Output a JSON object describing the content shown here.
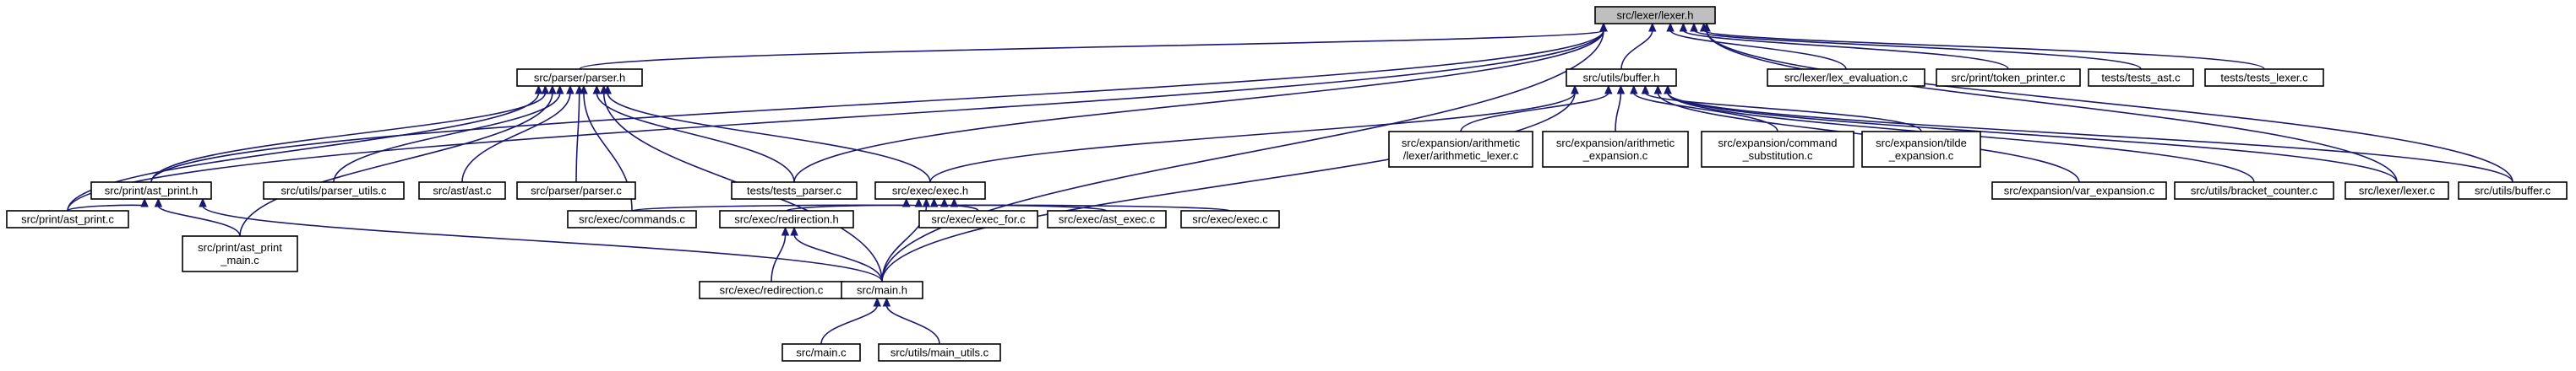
{
  "graph": {
    "nodes": [
      {
        "id": "lexer_h",
        "lines": [
          "src/lexer/lexer.h"
        ],
        "highlight": true
      },
      {
        "id": "parser_h",
        "lines": [
          "src/parser/parser.h"
        ]
      },
      {
        "id": "buffer_h",
        "lines": [
          "src/utils/buffer.h"
        ]
      },
      {
        "id": "lex_evaluation_c",
        "lines": [
          "src/lexer/lex_evaluation.c"
        ]
      },
      {
        "id": "token_printer_c",
        "lines": [
          "src/print/token_printer.c"
        ]
      },
      {
        "id": "tests_ast_c",
        "lines": [
          "tests/tests_ast.c"
        ]
      },
      {
        "id": "tests_lexer_c",
        "lines": [
          "tests/tests_lexer.c"
        ]
      },
      {
        "id": "ast_print_h",
        "lines": [
          "src/print/ast_print.h"
        ]
      },
      {
        "id": "parser_utils_c",
        "lines": [
          "src/utils/parser_utils.c"
        ]
      },
      {
        "id": "ast_c",
        "lines": [
          "src/ast/ast.c"
        ]
      },
      {
        "id": "parser_c",
        "lines": [
          "src/parser/parser.c"
        ]
      },
      {
        "id": "tests_parser_c",
        "lines": [
          "tests/tests_parser.c"
        ]
      },
      {
        "id": "exec_h",
        "lines": [
          "src/exec/exec.h"
        ]
      },
      {
        "id": "arith_lexer_c",
        "lines": [
          "src/expansion/arithmetic",
          "/lexer/arithmetic_lexer.c"
        ]
      },
      {
        "id": "arith_expansion_c",
        "lines": [
          "src/expansion/arithmetic",
          "_expansion.c"
        ]
      },
      {
        "id": "command_subst_c",
        "lines": [
          "src/expansion/command",
          "_substitution.c"
        ]
      },
      {
        "id": "tilde_expansion_c",
        "lines": [
          "src/expansion/tilde",
          "_expansion.c"
        ]
      },
      {
        "id": "var_expansion_c",
        "lines": [
          "src/expansion/var_expansion.c"
        ]
      },
      {
        "id": "bracket_counter_c",
        "lines": [
          "src/utils/bracket_counter.c"
        ]
      },
      {
        "id": "lexer_c",
        "lines": [
          "src/lexer/lexer.c"
        ]
      },
      {
        "id": "buffer_c",
        "lines": [
          "src/utils/buffer.c"
        ]
      },
      {
        "id": "ast_print_c",
        "lines": [
          "src/print/ast_print.c"
        ]
      },
      {
        "id": "ast_print_main_c",
        "lines": [
          "src/print/ast_print",
          "_main.c"
        ]
      },
      {
        "id": "commands_c",
        "lines": [
          "src/exec/commands.c"
        ]
      },
      {
        "id": "redirection_h",
        "lines": [
          "src/exec/redirection.h"
        ]
      },
      {
        "id": "exec_for_c",
        "lines": [
          "src/exec/exec_for.c"
        ]
      },
      {
        "id": "ast_exec_c",
        "lines": [
          "src/exec/ast_exec.c"
        ]
      },
      {
        "id": "exec_c",
        "lines": [
          "src/exec/exec.c"
        ]
      },
      {
        "id": "redirection_c",
        "lines": [
          "src/exec/redirection.c"
        ]
      },
      {
        "id": "main_h",
        "lines": [
          "src/main.h"
        ]
      },
      {
        "id": "main_c",
        "lines": [
          "src/main.c"
        ]
      },
      {
        "id": "main_utils_c",
        "lines": [
          "src/utils/main_utils.c"
        ]
      }
    ],
    "edges": [
      [
        "lexer_h",
        "parser_h"
      ],
      [
        "lexer_h",
        "buffer_h"
      ],
      [
        "lexer_h",
        "lex_evaluation_c"
      ],
      [
        "lexer_h",
        "token_printer_c"
      ],
      [
        "lexer_h",
        "tests_ast_c"
      ],
      [
        "lexer_h",
        "tests_lexer_c"
      ],
      [
        "lexer_h",
        "ast_print_h"
      ],
      [
        "lexer_h",
        "ast_print_c"
      ],
      [
        "lexer_h",
        "tests_parser_c"
      ],
      [
        "lexer_h",
        "main_h"
      ],
      [
        "lexer_h",
        "lexer_c"
      ],
      [
        "lexer_h",
        "buffer_c"
      ],
      [
        "parser_h",
        "ast_print_h"
      ],
      [
        "parser_h",
        "ast_print_c"
      ],
      [
        "parser_h",
        "ast_print_main_c"
      ],
      [
        "parser_h",
        "parser_utils_c"
      ],
      [
        "parser_h",
        "ast_c"
      ],
      [
        "parser_h",
        "parser_c"
      ],
      [
        "parser_h",
        "tests_parser_c"
      ],
      [
        "parser_h",
        "exec_h"
      ],
      [
        "parser_h",
        "commands_c"
      ],
      [
        "parser_h",
        "main_h"
      ],
      [
        "buffer_h",
        "exec_h"
      ],
      [
        "buffer_h",
        "main_h"
      ],
      [
        "buffer_h",
        "arith_lexer_c"
      ],
      [
        "buffer_h",
        "arith_expansion_c"
      ],
      [
        "buffer_h",
        "command_subst_c"
      ],
      [
        "buffer_h",
        "tilde_expansion_c"
      ],
      [
        "buffer_h",
        "var_expansion_c"
      ],
      [
        "buffer_h",
        "bracket_counter_c"
      ],
      [
        "buffer_h",
        "lexer_c"
      ],
      [
        "buffer_h",
        "buffer_c"
      ],
      [
        "ast_print_h",
        "ast_print_c"
      ],
      [
        "ast_print_h",
        "ast_print_main_c"
      ],
      [
        "ast_print_h",
        "main_h"
      ],
      [
        "exec_h",
        "commands_c"
      ],
      [
        "exec_h",
        "redirection_h"
      ],
      [
        "exec_h",
        "exec_for_c"
      ],
      [
        "exec_h",
        "ast_exec_c"
      ],
      [
        "exec_h",
        "exec_c"
      ],
      [
        "exec_h",
        "main_h"
      ],
      [
        "redirection_h",
        "redirection_c"
      ],
      [
        "redirection_h",
        "main_h"
      ],
      [
        "main_h",
        "main_c"
      ],
      [
        "main_h",
        "main_utils_c"
      ]
    ]
  }
}
